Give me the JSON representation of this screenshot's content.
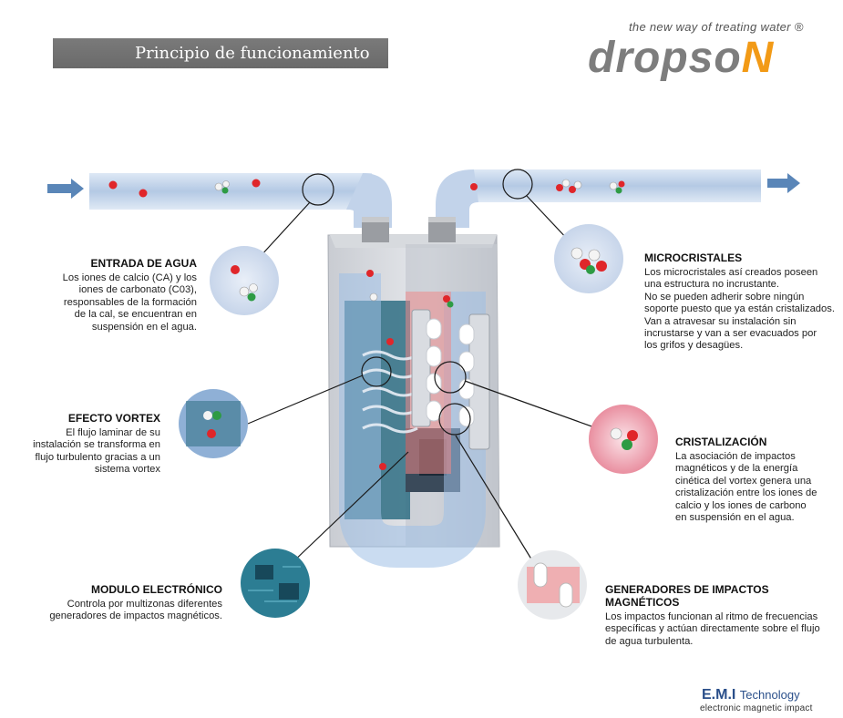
{
  "header": {
    "title": "Principio de funcionamiento",
    "tagline": "the new way of treating water ®",
    "brand_main": "dropso",
    "brand_accent": "N"
  },
  "sections": {
    "entrada": {
      "heading": "ENTRADA DE AGUA",
      "lines": [
        "Los iones de calcio (CA) y los",
        "iones de carbonato (C03),",
        "responsables de la formación",
        "de la cal, se encuentran en",
        "suspensión en el agua."
      ]
    },
    "vortex": {
      "heading": "EFECTO VORTEX",
      "lines": [
        "El flujo laminar de su",
        "instalación se transforma en",
        "flujo turbulento gracias a un",
        "sistema vortex"
      ]
    },
    "modulo": {
      "heading": "MODULO ELECTRÓNICO",
      "lines": [
        "Controla por multizonas diferentes",
        "generadores de impactos magnéticos."
      ]
    },
    "micro": {
      "heading": "MICROCRISTALES",
      "lines": [
        "Los microcristales así creados poseen",
        "una estructura no incrustante.",
        "No se pueden adherir sobre ningún",
        "soporte puesto que ya están cristalizados.",
        "Van a atravesar su instalación sin",
        "incrustarse y van a ser evacuados por",
        "los grifos y desagües."
      ]
    },
    "cristal": {
      "heading": "CRISTALIZACIÓN",
      "lines": [
        "La asociación de impactos",
        "magnéticos y de la energía",
        "cinética del vortex genera una",
        "cristalización entre los iones de",
        "calcio y los iones de carbono",
        "en suspensión en el agua."
      ]
    },
    "generadores": {
      "heading": "GENERADORES DE IMPACTOS MAGNÉTICOS",
      "lines": [
        "Los impactos funcionan al ritmo de frecuencias",
        "específicas y actúan directamente sobre el flujo",
        "de agua turbulenta."
      ]
    }
  },
  "footer": {
    "emi": "E.M.I",
    "emi_word": "Technology",
    "emi_sub": "electronic magnetic impact"
  },
  "colors": {
    "pipe": "#b9cde6",
    "accent_orange": "#f29a16",
    "ion_red": "#e0262a",
    "ion_green": "#2e9b44",
    "arrow_blue": "#5a86b8"
  }
}
